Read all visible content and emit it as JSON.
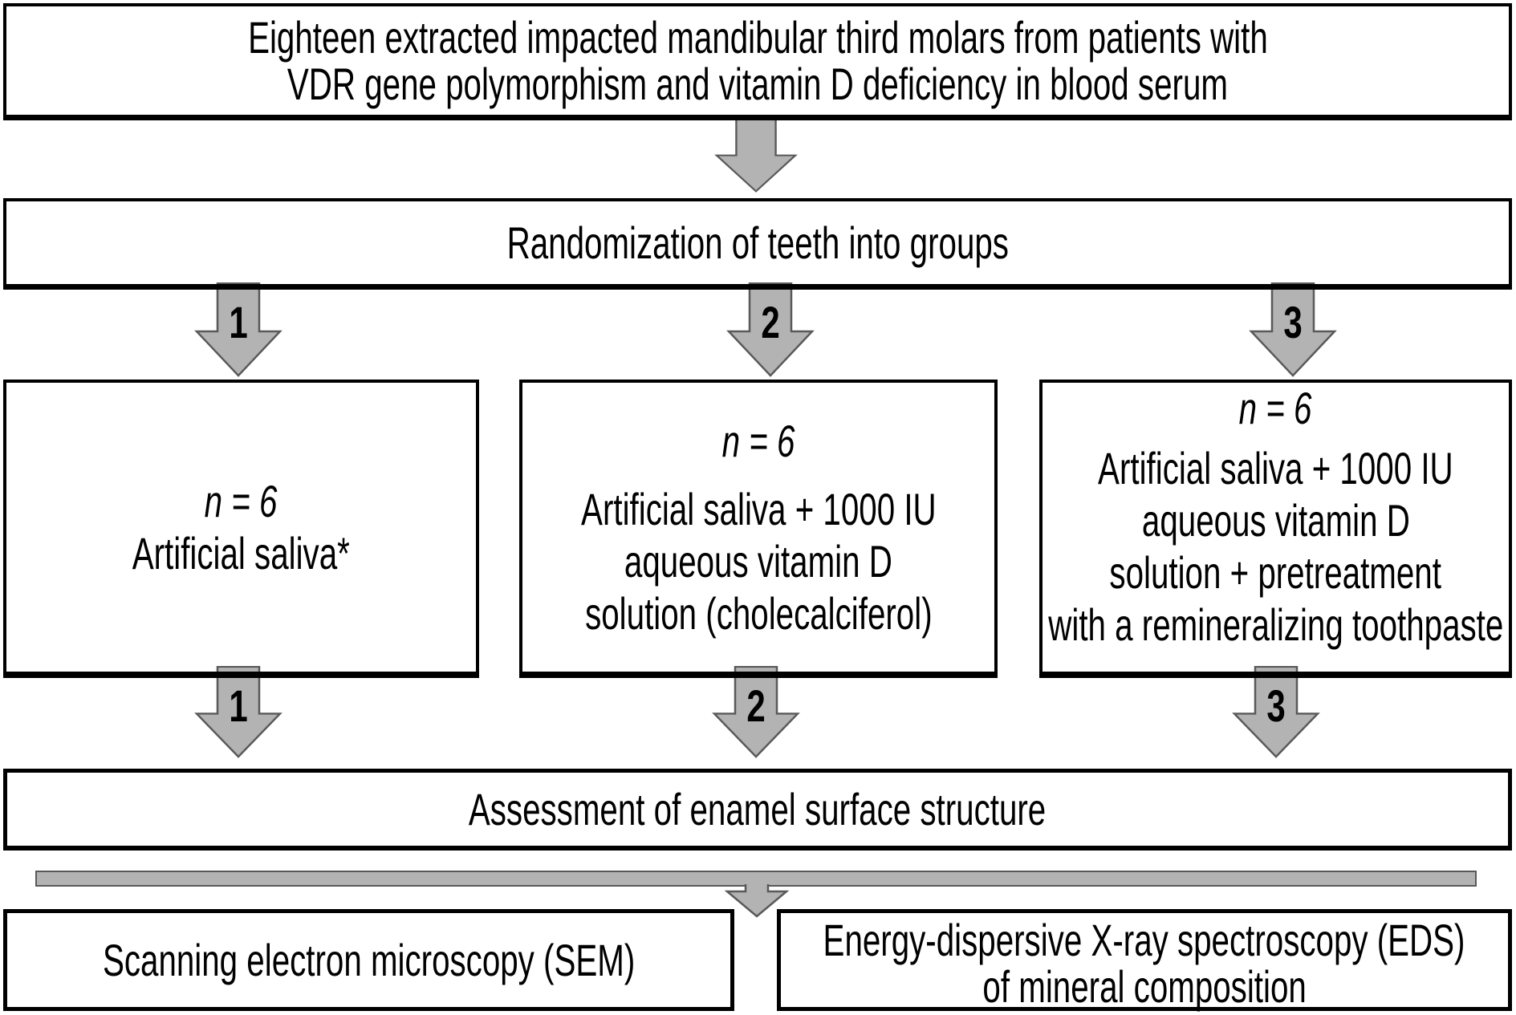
{
  "diagram": {
    "top_box": {
      "lines": [
        "Eighteen extracted impacted mandibular third molars from patients with",
        "VDR gene polymorphism and vitamin D deficiency in blood serum"
      ]
    },
    "randomization_box": {
      "label": "Randomization of teeth into groups"
    },
    "branch_arrows": [
      {
        "number": "1"
      },
      {
        "number": "2"
      },
      {
        "number": "3"
      }
    ],
    "group_boxes": [
      {
        "sample_size": "n = 6",
        "lines": [
          "Artificial saliva*"
        ]
      },
      {
        "sample_size": "n = 6",
        "lines": [
          "Artificial saliva + 1000 IU",
          "aqueous vitamin D",
          "solution (cholecalciferol)"
        ]
      },
      {
        "sample_size": "n = 6",
        "lines": [
          "Artificial saliva + 1000 IU",
          "aqueous vitamin D",
          "solution + pretreatment",
          "with a remineralizing toothpaste"
        ]
      }
    ],
    "outcome_arrows": [
      {
        "number": "1"
      },
      {
        "number": "2"
      },
      {
        "number": "3"
      }
    ],
    "assessment_box": {
      "label": "Assessment of enamel surface structure"
    },
    "method_boxes": [
      {
        "lines": [
          "Scanning electron microscopy (SEM)"
        ]
      },
      {
        "lines": [
          "Energy-dispersive X-ray spectroscopy (EDS)",
          "of mineral composition"
        ]
      }
    ],
    "colors": {
      "arrow_fill": "#b3b3b3",
      "arrow_stroke": "#595959",
      "border": "#000000",
      "background": "#ffffff"
    }
  }
}
